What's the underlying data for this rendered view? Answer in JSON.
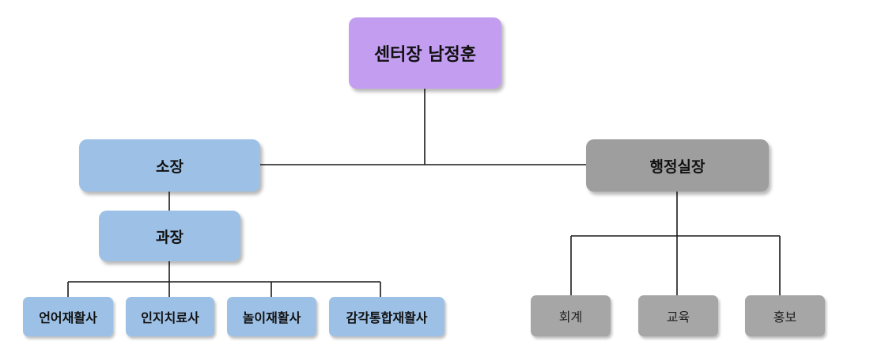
{
  "colors": {
    "head": "#C39EF0",
    "therapy": "#9DC1E6",
    "admin": "#9E9E9E",
    "admin_leaf": "#A6A6A6",
    "connector": "#1a1a1a"
  },
  "org": {
    "head": {
      "label": "센터장 남정훈"
    },
    "chief": {
      "label": "소장"
    },
    "section": {
      "label": "과장"
    },
    "admin_head": {
      "label": "행정실장"
    },
    "therapists": [
      {
        "label": "언어재활사"
      },
      {
        "label": "인지치료사"
      },
      {
        "label": "놀이재활사"
      },
      {
        "label": "감각통합재활사"
      }
    ],
    "admin_units": [
      {
        "label": "회계"
      },
      {
        "label": "교육"
      },
      {
        "label": "홍보"
      }
    ]
  }
}
